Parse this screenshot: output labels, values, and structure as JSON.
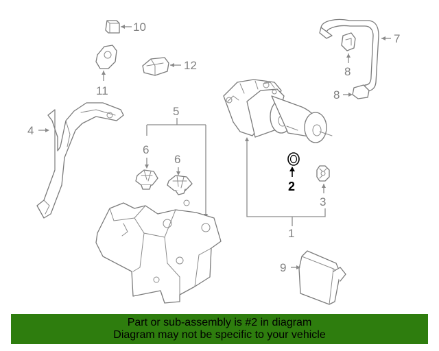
{
  "callouts": {
    "c1": "1",
    "c2": "2",
    "c3": "3",
    "c4": "4",
    "c5": "5",
    "c6a": "6",
    "c6b": "6",
    "c7": "7",
    "c8a": "8",
    "c8b": "8",
    "c9": "9",
    "c10": "10",
    "c11": "11",
    "c12": "12"
  },
  "highlight_part": "2",
  "banner": {
    "line1": "Part or sub-assembly is #2 in diagram",
    "line2": "Diagram may not be specific to your vehicle",
    "color": "#2e7d0e"
  },
  "colors": {
    "highlight": "#000000",
    "linework": "#7a7a7a"
  }
}
